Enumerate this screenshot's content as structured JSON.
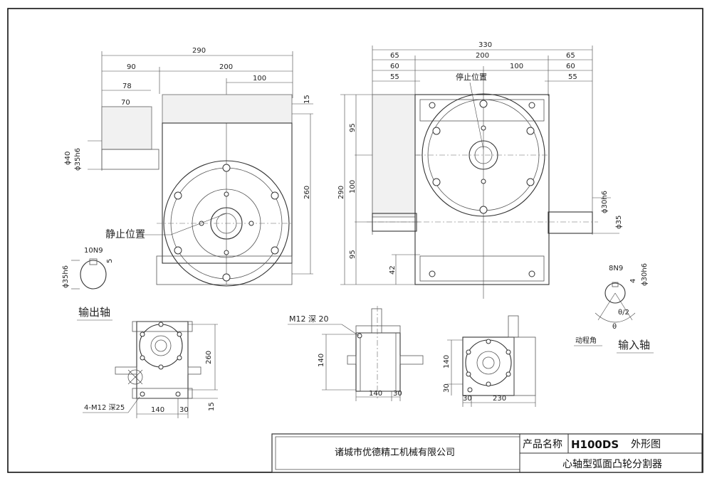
{
  "dims": {
    "top_290": "290",
    "top_200": "200",
    "top_90": "90",
    "top_100": "100",
    "top_78": "78",
    "top_70": "70",
    "top_15": "15",
    "top_260": "260",
    "phi40": "ϕ40",
    "phi35h6": "ϕ35h6",
    "k10n9": "10N9",
    "k5": "5",
    "k_phi35h6": "ϕ35h6",
    "r_330": "330",
    "r_65a": "65",
    "r_200": "200",
    "r_65b": "65",
    "r_60a": "60",
    "r_100": "100",
    "r_60b": "60",
    "r_55a": "55",
    "r_55b": "55",
    "r_95a": "95",
    "r_290": "290",
    "r_100v": "100",
    "r_95b": "95",
    "r_42": "42",
    "r_phi30h6": "ϕ30h6",
    "r_phi35": "ϕ35",
    "i_8n9": "8N9",
    "i_4": "4",
    "i_phi30h6": "ϕ30h6",
    "i_theta2": "θ/2",
    "i_theta": "θ",
    "b1_260": "260",
    "b1_15": "15",
    "b1_140": "140",
    "b1_30": "30",
    "b2_m12": "M12  深 20",
    "b2_140v": "140",
    "b2_140": "140",
    "b2_30": "30",
    "b3_140v": "140",
    "b3_30v": "30",
    "b3_30": "30",
    "b3_230": "230"
  },
  "labels": {
    "stop_position": "静止位置",
    "stop_position_2": "停止位置",
    "output_shaft": "输出轴",
    "input_shaft": "输入轴",
    "drive_angle": "动程角",
    "bolt_pattern": "4-M12  深25"
  },
  "title_block": {
    "company": "诸城市优德精工机械有限公司",
    "product_name_label": "产品名称",
    "model": "H100DS",
    "drawing_type": "外形图",
    "product_desc": "心轴型弧面凸轮分割器"
  }
}
